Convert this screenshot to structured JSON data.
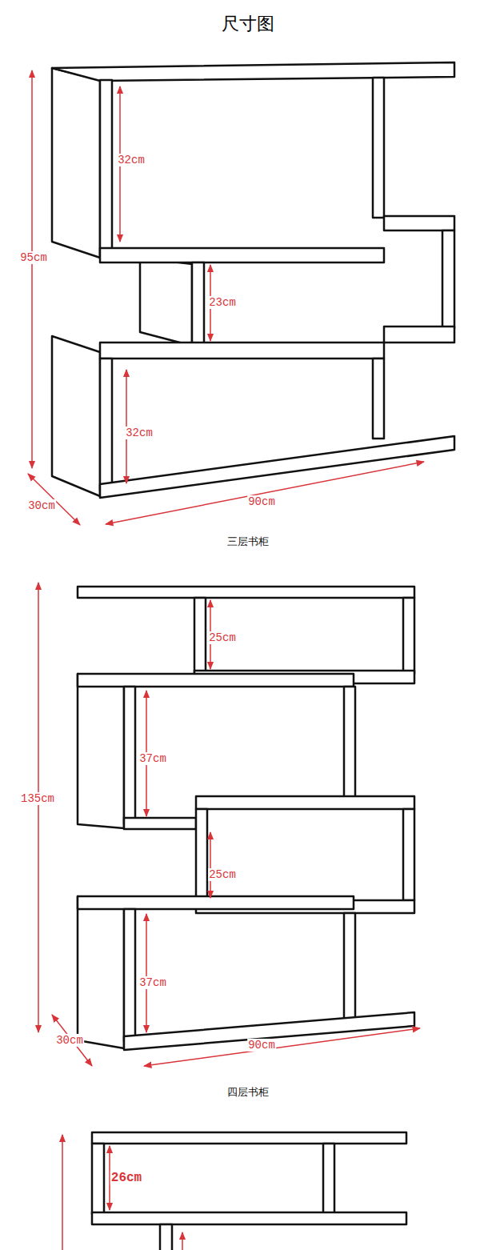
{
  "diagram": {
    "title": "尺寸图",
    "labels": [
      "32cm",
      "95cm",
      "23cm",
      "32cm",
      "30cm",
      "90cm",
      "三层书柜",
      "25cm",
      "135cm",
      "37cm",
      "25cm",
      "37cm",
      "30cm",
      "90cm",
      "四层书柜",
      "26cm"
    ]
  }
}
